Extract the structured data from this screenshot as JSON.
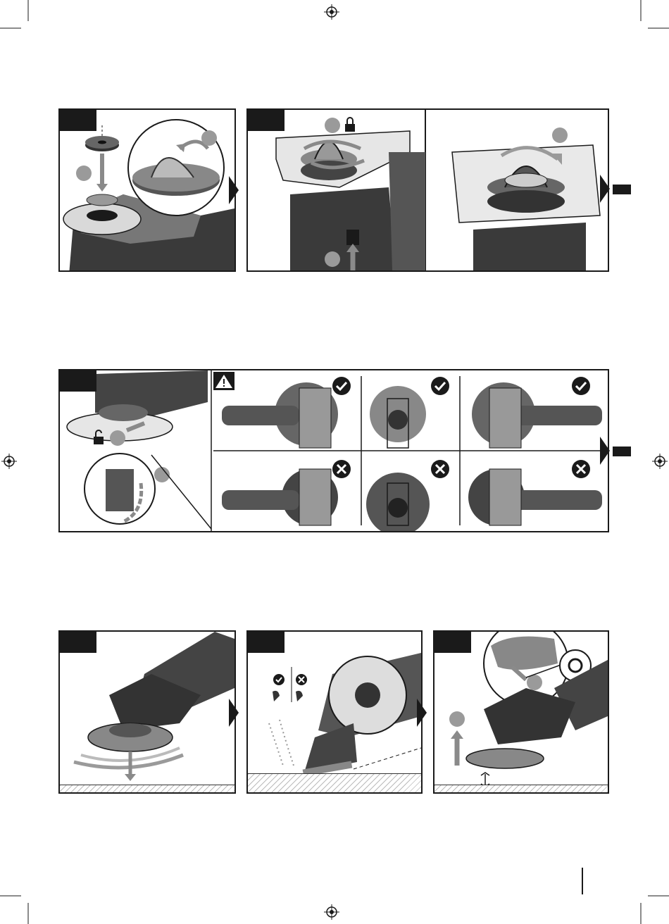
{
  "page": {
    "figures": [
      {
        "id": "figure-1a"
      },
      {
        "id": "figure-1b"
      },
      {
        "id": "figure-2"
      },
      {
        "id": "figure-3a"
      },
      {
        "id": "figure-3b"
      },
      {
        "id": "figure-3c"
      }
    ],
    "icons": {
      "registration": "registration-mark-icon",
      "lock": "lock-icon",
      "unlock": "unlock-icon",
      "warning": "warning-triangle-icon",
      "check": "check-circle-icon",
      "cross": "cross-circle-icon",
      "ring": "ring-icon"
    },
    "colors": {
      "ink": "#1a1a1a",
      "shade": "#555555",
      "light": "#9a9a9a",
      "arrow": "#8a8a8a"
    }
  }
}
